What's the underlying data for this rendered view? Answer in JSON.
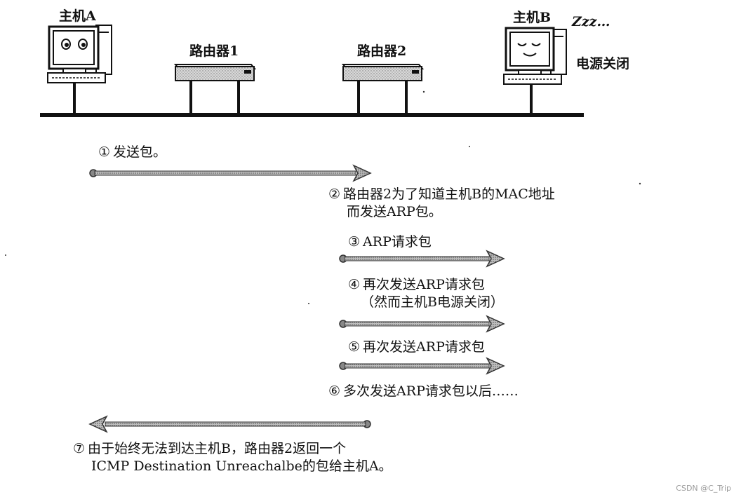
{
  "hosts": {
    "host_a": {
      "label": "主机A"
    },
    "host_b": {
      "label": "主机B",
      "sleep_text": "Zzz…",
      "status": "电源关闭"
    }
  },
  "routers": {
    "router1": {
      "label": "路由器1"
    },
    "router2": {
      "label": "路由器2"
    }
  },
  "steps": {
    "s1": {
      "num": "①",
      "lines": [
        "发送包。"
      ]
    },
    "s2": {
      "num": "②",
      "lines": [
        "路由器2为了知道主机B的MAC地址",
        "而发送ARP包。"
      ]
    },
    "s3": {
      "num": "③",
      "lines": [
        "ARP请求包"
      ]
    },
    "s4": {
      "num": "④",
      "lines": [
        "再次发送ARP请求包",
        "（然而主机B电源关闭）"
      ]
    },
    "s5": {
      "num": "⑤",
      "lines": [
        "再次发送ARP请求包"
      ]
    },
    "s6": {
      "num": "⑥",
      "lines": [
        "多次发送ARP请求包以后……"
      ]
    },
    "s7": {
      "num": "⑦",
      "lines": [
        "由于始终无法到达主机B，路由器2返回一个",
        "ICMP Destination Unreachalbe的包给主机A。"
      ]
    }
  },
  "watermark": "CSDN @C_Trip"
}
